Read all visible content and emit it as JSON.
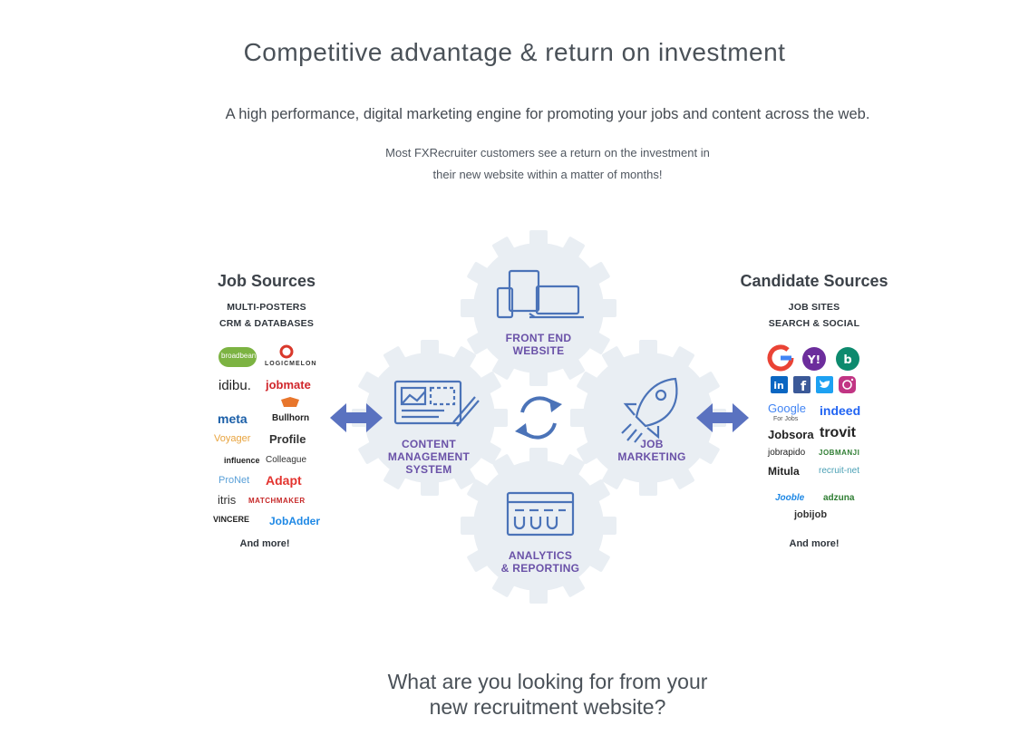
{
  "header": {
    "title": "Competitive advantage & return on investment",
    "subtitle": "A high performance, digital marketing engine for promoting your jobs and content across the web.",
    "roi_line1": "Most FXRecruiter customers see a return on the investment in",
    "roi_line2": "their new website within a matter of months!"
  },
  "job_sources": {
    "title": "Job Sources",
    "sub1": "MULTI-POSTERS",
    "sub2": "CRM & DATABASES",
    "logos": [
      "broadbean",
      "LOGICMELON",
      "idibu.",
      "jobmate",
      "meta",
      "Bullhorn",
      "Voyager",
      "Profile",
      "influence",
      "Colleague",
      "ProNet",
      "Adapt",
      "itris",
      "MATCHMAKER",
      "VINCERE",
      "JobAdder"
    ],
    "and_more": "And more!"
  },
  "candidate_sources": {
    "title": "Candidate Sources",
    "sub1": "JOB SITES",
    "sub2": "SEARCH & SOCIAL",
    "logos": [
      "Google",
      "indeed",
      "Jobsora",
      "trovit",
      "jobrapido",
      "JOBMANJI",
      "Mitula",
      "recruit-net",
      "Jooble",
      "adzuna",
      "jobijob"
    ],
    "google_for_jobs_sub": "For Jobs",
    "and_more": "And more!"
  },
  "gears": {
    "front_end": [
      "FRONT END",
      "WEBSITE"
    ],
    "cms": [
      "CONTENT",
      "MANAGEMENT",
      "SYSTEM"
    ],
    "job_marketing": [
      "JOB",
      "MARKETING"
    ],
    "analytics": [
      "ANALYTICS",
      "& REPORTING"
    ]
  },
  "colors": {
    "gear_fill": "#e9eef3",
    "icon_blue": "#4b73b8",
    "label_purple": "#6a52a8",
    "arrow_blue": "#5a72c0"
  },
  "footer": {
    "question_line1": "What are you looking for from your",
    "question_line2": "new recruitment website?"
  }
}
